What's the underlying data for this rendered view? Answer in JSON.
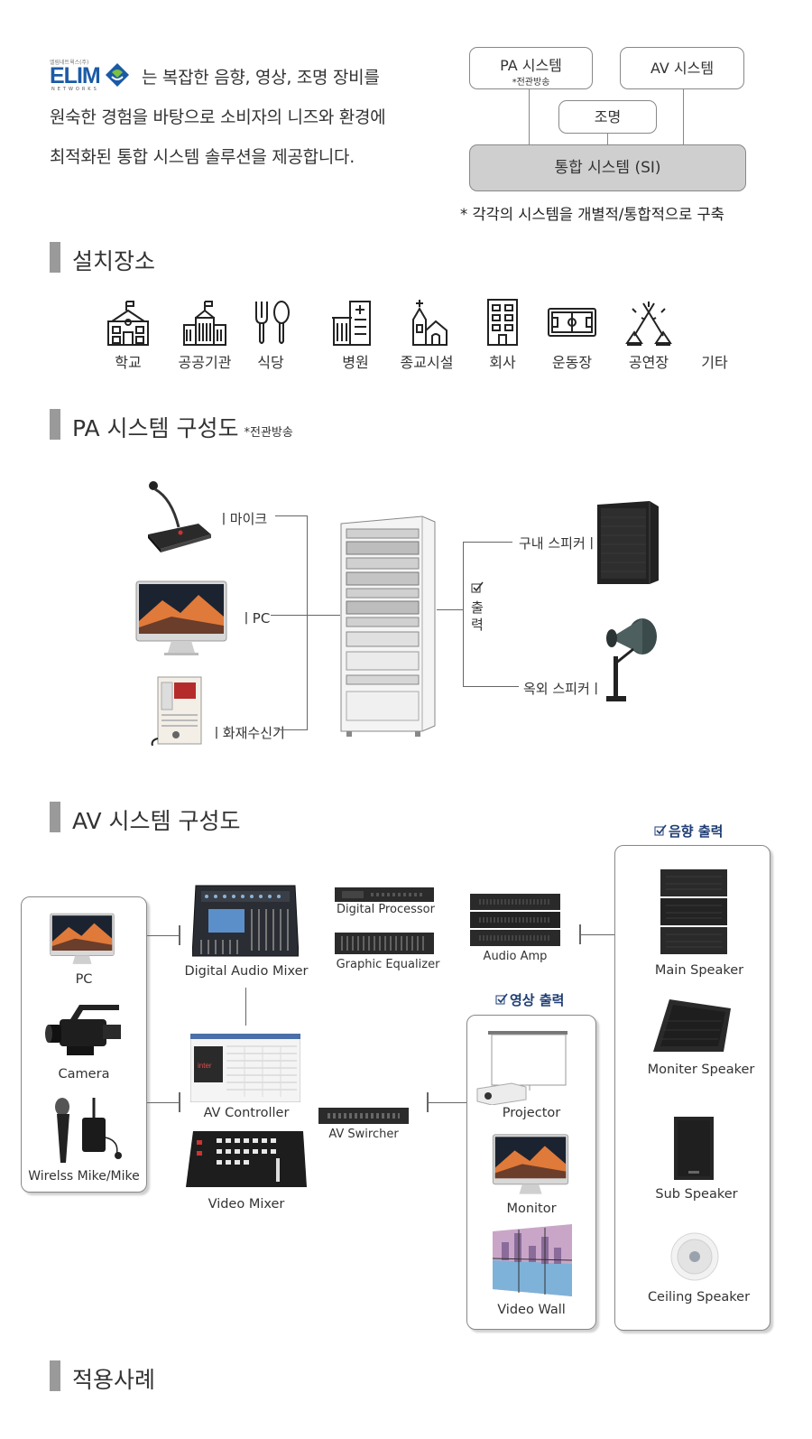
{
  "intro": {
    "logo_small": "엘림네트웍스(주)",
    "logo_text": "ELIM",
    "logo_sub": "NETWORKS",
    "line1": "는 복잡한 음향, 영상, 조명 장비를",
    "line2": "원숙한 경험을 바탕으로 소비자의 니즈와 환경에",
    "line3": "최적화된 통합 시스템 솔루션을 제공합니다."
  },
  "systems": {
    "pa": "PA 시스템",
    "pa_note": "*전관방송",
    "av": "AV 시스템",
    "light": "조명",
    "si": "통합 시스템 (SI)",
    "footnote": "* 각각의 시스템을 개별적/통합적으로 구축"
  },
  "places": {
    "title": "설치장소",
    "items": [
      {
        "label": "학교",
        "icon": "school-icon"
      },
      {
        "label": "공공기관",
        "icon": "public-building-icon"
      },
      {
        "label": "식당",
        "icon": "restaurant-icon"
      },
      {
        "label": "병원",
        "icon": "hospital-icon"
      },
      {
        "label": "종교시설",
        "icon": "church-icon"
      },
      {
        "label": "회사",
        "icon": "office-icon"
      },
      {
        "label": "운동장",
        "icon": "stadium-icon"
      },
      {
        "label": "공연장",
        "icon": "concert-icon"
      },
      {
        "label": "기타",
        "icon": ""
      }
    ]
  },
  "pa_diagram": {
    "title": "PA 시스템 구성도",
    "note": "*전관방송",
    "mic": "ㅣ마이크",
    "pc": "ㅣPC",
    "fire": "ㅣ화재수신기",
    "indoor": "구내 스피커ㅣ",
    "outdoor": "옥외 스피커ㅣ",
    "output_v1": "출",
    "output_v2": "력"
  },
  "av_diagram": {
    "title": "AV 시스템 구성도",
    "audio_out": "음향 출력",
    "video_out": "영상 출력",
    "inputs": [
      "PC",
      "Camera",
      "Wirelss Mike/Mike"
    ],
    "mixer": "Digital Audio Mixer",
    "processor": "Digital Processor",
    "eq": "Graphic Equalizer",
    "amp": "Audio Amp",
    "controller": "AV Controller",
    "swircher": "AV Swircher",
    "video_mixer": "Video Mixer",
    "video_outputs": [
      "Projector",
      "Monitor",
      "Video Wall"
    ],
    "speakers": [
      "Main Speaker",
      "Moniter Speaker",
      "Sub Speaker",
      "Ceiling Speaker"
    ]
  },
  "cases": {
    "title": "적용사례"
  }
}
